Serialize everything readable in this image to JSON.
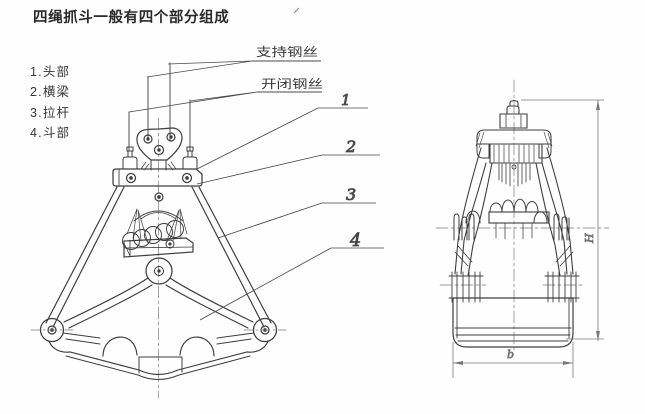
{
  "title": "四绳抓斗一般有四个部分组成",
  "parts_list": {
    "items": [
      {
        "label": "1.头部"
      },
      {
        "label": "2.横梁"
      },
      {
        "label": "3.拉杆"
      },
      {
        "label": "4.斗部"
      }
    ]
  },
  "wire_labels": {
    "support": "支持钢丝",
    "open_close": "开闭钢丝"
  },
  "callouts": {
    "c1": "1",
    "c2": "2",
    "c3": "3",
    "c4": "4"
  },
  "dimensions": {
    "height": "H",
    "width": "b"
  },
  "colors": {
    "ink": "#3e3e3e",
    "paper": "#fefefe",
    "dim_line": "#7a7a7a",
    "text": "#2a2a2a"
  }
}
